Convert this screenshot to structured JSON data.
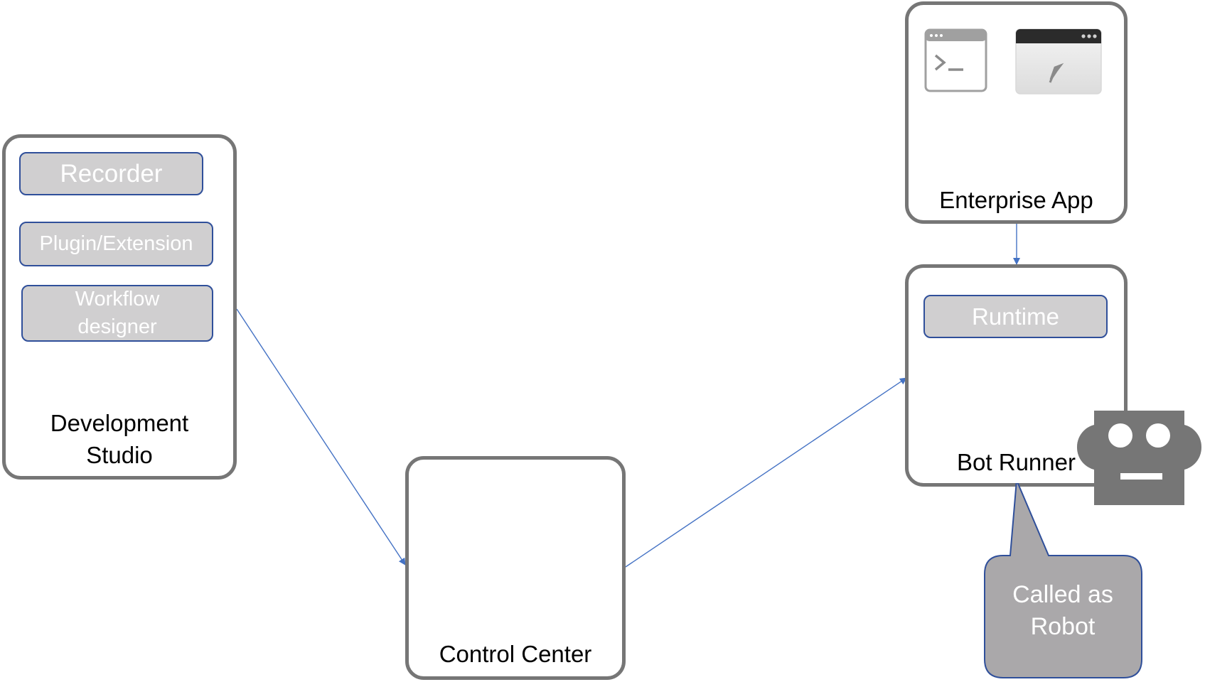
{
  "diagram": {
    "nodes": {
      "development_studio": {
        "label": "Development\nStudio",
        "modules": {
          "recorder": "Recorder",
          "plugin": "Plugin/Extension",
          "workflow": "Workflow\ndesigner"
        }
      },
      "control_center": {
        "label": "Control Center"
      },
      "enterprise_app": {
        "label": "Enterprise App",
        "icons": [
          "terminal-window-icon",
          "browser-window-icon"
        ]
      },
      "bot_runner": {
        "label": "Bot Runner",
        "modules": {
          "runtime": "Runtime"
        }
      }
    },
    "callout": {
      "text": "Called as\nRobot"
    },
    "robot_icon": "robot-icon",
    "edges": [
      {
        "from": "development_studio",
        "to": "control_center"
      },
      {
        "from": "control_center",
        "to": "bot_runner"
      },
      {
        "from": "enterprise_app",
        "to": "bot_runner"
      }
    ],
    "colors": {
      "border": "#767676",
      "module_fill": "#d0cfd0",
      "module_border": "#2f4f9a",
      "connector": "#4472c4",
      "callout_fill": "#aaa8aa",
      "robot": "#767676"
    }
  }
}
